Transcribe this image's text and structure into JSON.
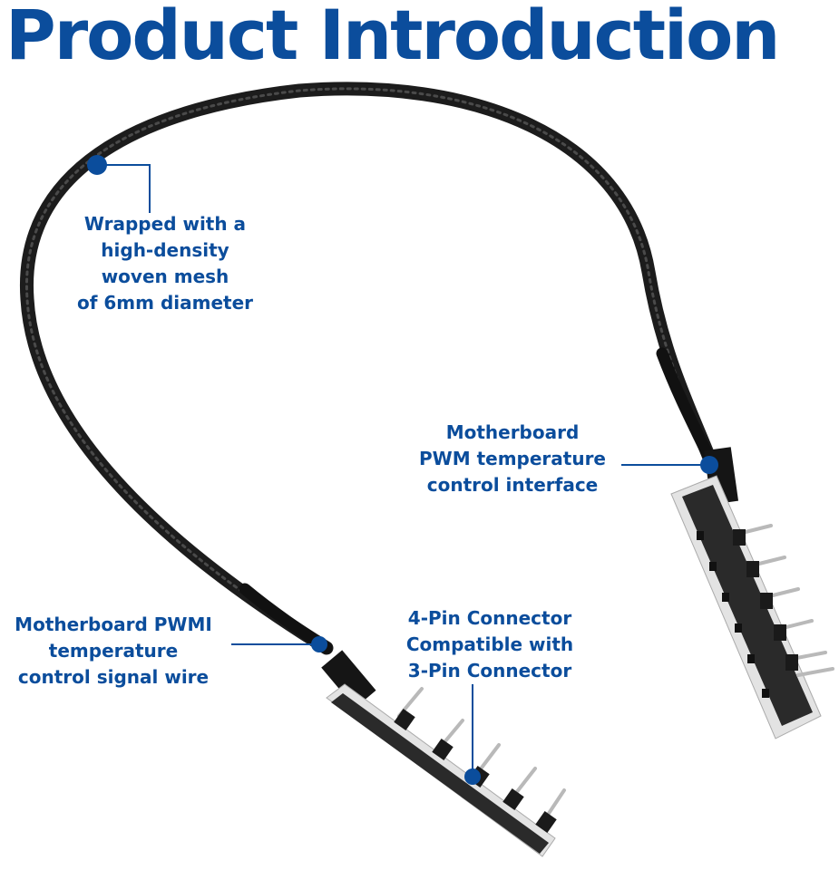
{
  "title": "Product Introduction",
  "callouts": {
    "mesh": [
      "Wrapped with a",
      "high-density",
      "woven mesh",
      "of 6mm diameter"
    ],
    "interface": [
      "Motherboard",
      "PWM temperature",
      "control interface"
    ],
    "signal": [
      "Motherboard PWMI",
      "temperature",
      "control signal wire"
    ],
    "connector": [
      "4-Pin Connector",
      "Compatible with",
      "3-Pin Connector"
    ]
  },
  "colors": {
    "accent": "#0b4d9c",
    "cable": "#1c1c1c",
    "pad": "#2a2a2a",
    "pin": "#b9b9b9"
  }
}
